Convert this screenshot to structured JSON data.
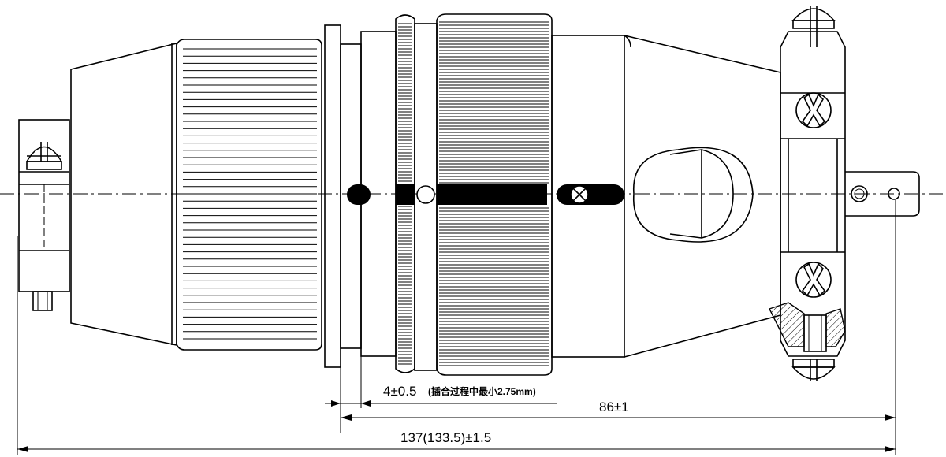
{
  "dimensions": {
    "gap": {
      "value": "4±0.5",
      "note": "(插合过程中最小2.75mm)"
    },
    "length_86": "86±1",
    "overall": "137(133.5)±1.5"
  }
}
